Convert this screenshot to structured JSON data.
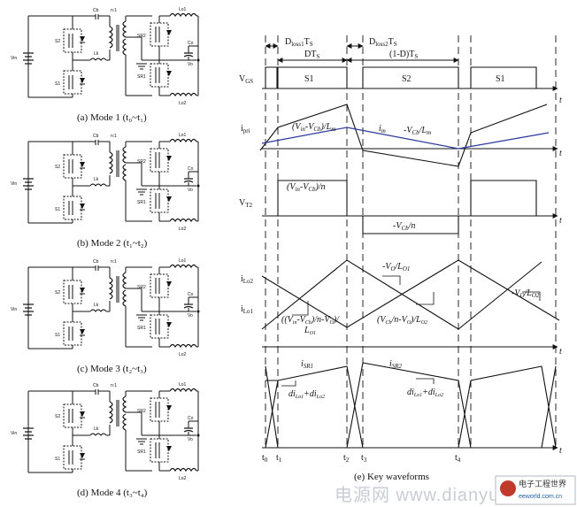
{
  "circuits": [
    {
      "caption": "(a) Mode 1 (t₀~t₁)",
      "vin": "Vin",
      "s2": "S2",
      "s1": "S1",
      "lk": "Lk",
      "cb": "Cb",
      "ratio": "n:1",
      "sr2": "SR2",
      "sr1": "SR1",
      "co": "Co",
      "vo": "Vo",
      "lo1": "Lo1",
      "lo2": "Lo2"
    },
    {
      "caption": "(b) Mode 2 (t₁~t₂)",
      "vin": "Vin",
      "s2": "S2",
      "s1": "S1",
      "lk": "Lk",
      "cb": "Cb",
      "ratio": "n:1",
      "sr2": "SR2",
      "sr1": "SR1",
      "co": "Co",
      "vo": "Vo",
      "lo1": "Lo1",
      "lo2": "Lo2"
    },
    {
      "caption": "(c) Mode 3 (t₂~t₃)",
      "vin": "Vin",
      "s2": "S2",
      "s1": "S1",
      "lk": "Lk",
      "cb": "Cb",
      "ratio": "n:1",
      "sr2": "SR2",
      "sr1": "SR1",
      "co": "Co",
      "vo": "Vo",
      "lo1": "Lo1",
      "lo2": "Lo2"
    },
    {
      "caption": "(d) Mode 4 (t₃~t₄)",
      "vin": "Vin",
      "s2": "S2",
      "s1": "S1",
      "lk": "Lk",
      "cb": "Cb",
      "ratio": "n:1",
      "sr2": "SR2",
      "sr1": "SR1",
      "co": "Co",
      "vo": "Vo",
      "lo1": "Lo1",
      "lo2": "Lo2"
    }
  ],
  "waveforms": {
    "caption": "(e) Key waveforms",
    "d1": "D",
    "d1_sub": "loss1",
    "d1_t": "T",
    "d1_t_sub": "S",
    "d2": "D",
    "d2_sub": "loss2",
    "d2_t": "T",
    "d2_t_sub": "S",
    "dts": "DT",
    "dts_sub": "S",
    "one_minus_d": "(1-D)T",
    "one_minus_d_sub": "S",
    "vgs": "V",
    "vgs_sub": "GS",
    "s1a": "S1",
    "s2": "S2",
    "s1b": "S1",
    "t": "t",
    "ipri": "i",
    "ipri_sub": "pri",
    "ipri_slope": "(V",
    "ipri_slope_in": "in",
    "ipri_slope_mid": "-V",
    "ipri_slope_cb": "Cb",
    "ipri_slope_end": ")/L",
    "ipri_slope_m": "m",
    "im": "i",
    "im_sub": "m",
    "im_slope": "-V",
    "im_slope_cb": "Cb",
    "im_slope_div": "/L",
    "im_slope_m": "m",
    "vt2": "V",
    "vt2_sub": "T2",
    "vt2_pos": "(V",
    "vt2_pos_in": "in",
    "vt2_pos_mid": "-V",
    "vt2_pos_cb": "Cb",
    "vt2_pos_end": ")/n",
    "vt2_neg": "-V",
    "vt2_neg_cb": "Cb",
    "vt2_neg_end": "/n",
    "ilo2": "i",
    "ilo2_sub": "Lo2",
    "ilo1": "i",
    "ilo1_sub": "Lo1",
    "slope_a": "-V",
    "slope_a_o": "O",
    "slope_a_div": "/L",
    "slope_a_sub": "O1",
    "slope_b": "-V",
    "slope_b_o": "O",
    "slope_b_div": "/L",
    "slope_b_sub": "O2",
    "slope_c1": "((V",
    "slope_c1_in": "in",
    "slope_c1_mid": "-V",
    "slope_c1_cb": "Cb",
    "slope_c1_end": ")/n-V",
    "slope_c1_o": "O",
    "slope_c1_close": ")/",
    "slope_c2": "L",
    "slope_c2_sub": "O1",
    "slope_d": "(V",
    "slope_d_cb": "Cb",
    "slope_d_mid": "/n-V",
    "slope_d_o": "O",
    "slope_d_end": ")/L",
    "slope_d_sub": "O2",
    "isr1": "i",
    "isr1_sub": "SR1",
    "isr2": "i",
    "isr2_sub": "SR2",
    "di1": "di",
    "di1_a": "Lo1",
    "di1_plus": "+di",
    "di1_b": "Lo2",
    "di2": "di",
    "di2_a": "Lo1",
    "di2_plus": "+di",
    "di2_b": "Lo2",
    "t0": "t",
    "t0_sub": "0",
    "t1": "t",
    "t1_sub": "1",
    "t2": "t",
    "t2_sub": "2",
    "t3": "t",
    "t3_sub": "3",
    "t4": "t",
    "t4_sub": "4"
  },
  "watermark": {
    "text1": "电源网 www.dianyuan",
    "logo_text": "电子工程世界",
    "logo_url": "eeworld.com.cn"
  },
  "colors": {
    "ink": "#111111",
    "blue_trace": "#2b3a9e",
    "watermark": "#c9cdd3"
  }
}
